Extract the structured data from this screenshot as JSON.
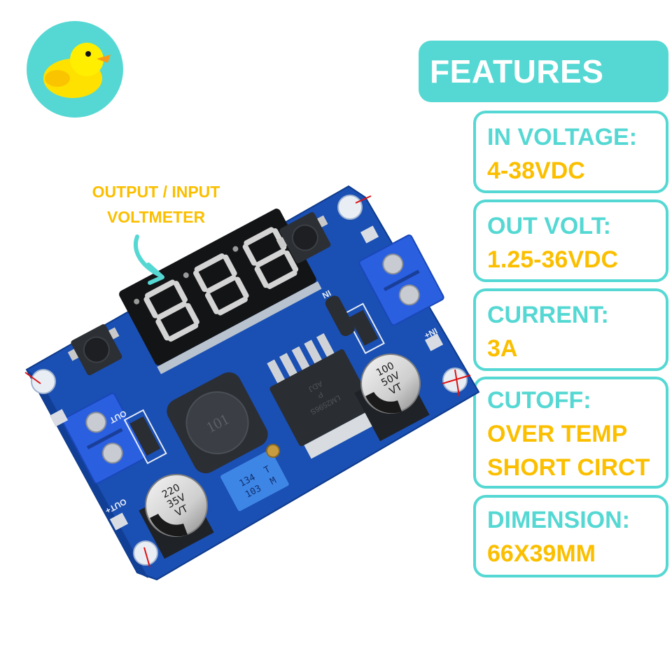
{
  "logo": {
    "icon": "rubber-duck-icon",
    "bg_color": "#55d8d3"
  },
  "features": {
    "title": "FEATURES",
    "accent_color": "#55d8d3",
    "value_color": "#fbbf00",
    "items": [
      {
        "label": "IN VOLTAGE:",
        "values": [
          "4-38VDC"
        ]
      },
      {
        "label": "OUT VOLT:",
        "values": [
          "1.25-36VDC"
        ]
      },
      {
        "label": "CURRENT:",
        "values": [
          "3A"
        ]
      },
      {
        "label": "CUTOFF:",
        "values": [
          "OVER TEMP",
          "SHORT CIRCT"
        ]
      },
      {
        "label": "DIMENSION:",
        "values": [
          "66X39MM"
        ]
      }
    ]
  },
  "annotation": {
    "line1": "OUTPUT / INPUT",
    "line2": "VOLTMETER"
  },
  "board": {
    "pcb_color": "#1a4fb3",
    "terminal_color": "#2a5fe0",
    "silkscreen": {
      "out": "OUT",
      "in": "IN",
      "out_plus": "OUT+",
      "in_plus": "IN+"
    },
    "inductor_marking": "101",
    "ic_marking": [
      "LM2596S",
      "P",
      "ADJ"
    ],
    "pot_marking": [
      "134",
      "103",
      "T",
      "M"
    ],
    "cap_left": [
      "220",
      "35V",
      "VT"
    ],
    "cap_right": [
      "100",
      "50V",
      "VT"
    ],
    "display_digits": "888"
  }
}
